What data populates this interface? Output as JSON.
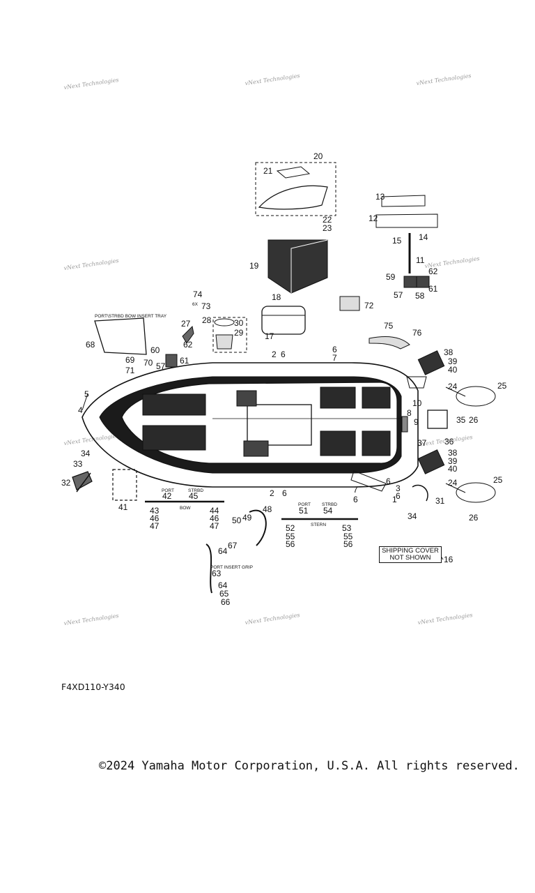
{
  "watermark": "vNext Technologies",
  "diagram_code": "F4XD110-Y340",
  "copyright": "©2024 Yamaha Motor Corporation, U.S.A. All rights reserved.",
  "shipping_cover": {
    "line1": "SHIPPING COVER",
    "line2": "NOT SHOWN"
  },
  "captions": {
    "bow_tray": "PORT\\STRBD BOW INSERT TRAY",
    "port": "PORT",
    "strbd": "STRBD",
    "bow": "BOW",
    "stern": "STERN",
    "insert_grip": "PORT INSERT GRIP",
    "qty_6x": "6X"
  },
  "callouts": {
    "n1": "1",
    "n2": "2",
    "n3": "3",
    "n4": "4",
    "n5": "5",
    "n6": "6",
    "n7": "7",
    "n8": "8",
    "n9": "9",
    "n10": "10",
    "n11": "11",
    "n12": "12",
    "n13": "13",
    "n14": "14",
    "n15": "15",
    "n16": "16",
    "n17": "17",
    "n18": "18",
    "n19": "19",
    "n20": "20",
    "n21": "21",
    "n22": "22",
    "n23": "23",
    "n24": "24",
    "n25": "25",
    "n26": "26",
    "n27": "27",
    "n28": "28",
    "n29": "29",
    "n30": "30",
    "n31": "31",
    "n32": "32",
    "n33": "33",
    "n34": "34",
    "n35": "35",
    "n36": "36",
    "n37": "37",
    "n38": "38",
    "n39": "39",
    "n40": "40",
    "n41": "41",
    "n42": "42",
    "n43": "43",
    "n44": "44",
    "n45": "45",
    "n46": "46",
    "n47": "47",
    "n48": "48",
    "n49": "49",
    "n50": "50",
    "n51": "51",
    "n52": "52",
    "n53": "53",
    "n54": "54",
    "n55": "55",
    "n56": "56",
    "n57": "57",
    "n58": "58",
    "n59": "59",
    "n60": "60",
    "n61": "61",
    "n62": "62",
    "n63": "63",
    "n64": "64",
    "n65": "65",
    "n66": "66",
    "n67": "67",
    "n68": "68",
    "n69": "69",
    "n70": "70",
    "n71": "71",
    "n72": "72",
    "n73": "73",
    "n74": "74",
    "n75": "75",
    "n76": "76"
  }
}
